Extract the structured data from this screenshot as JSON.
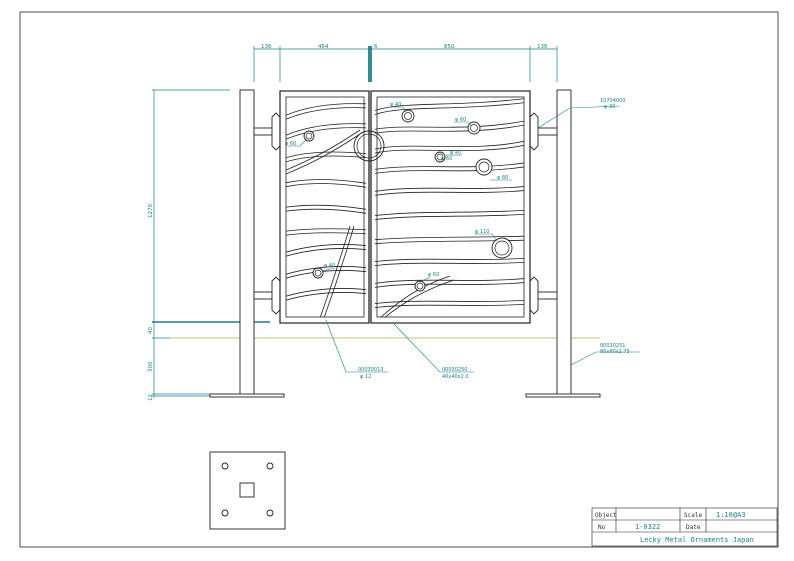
{
  "dimensions": {
    "top": [
      "136",
      "464",
      "6",
      "850",
      "136"
    ],
    "left": [
      "1270",
      "40",
      "300",
      "12"
    ]
  },
  "annotations": {
    "circles": [
      "φ 40",
      "φ 60",
      "φ 60",
      "φ 40",
      "φ 40",
      "φ 80",
      "φ 110",
      "φ 60",
      "φ 60"
    ],
    "right_post_top_code": "10704000",
    "right_post_top_size": "φ 30",
    "right_post_code": "00030251",
    "right_post_size": "80x80x2.75",
    "bar_code": "00030013",
    "bar_size": "φ 12",
    "frame_code": "00030250",
    "frame_size": "40x40x2.0"
  },
  "title_block": {
    "object_label": "Object",
    "object_value": "",
    "scale_label": "Scale",
    "scale_value": "1:10@A3",
    "no_label": "No",
    "no_value": "1-0322",
    "date_label": "Date",
    "date_value": "",
    "company": "Lecky Metal Ornaments Japan"
  },
  "colors": {
    "line": "#222222",
    "dimension": "#1c7f86",
    "ground": "#d8d6a8"
  }
}
